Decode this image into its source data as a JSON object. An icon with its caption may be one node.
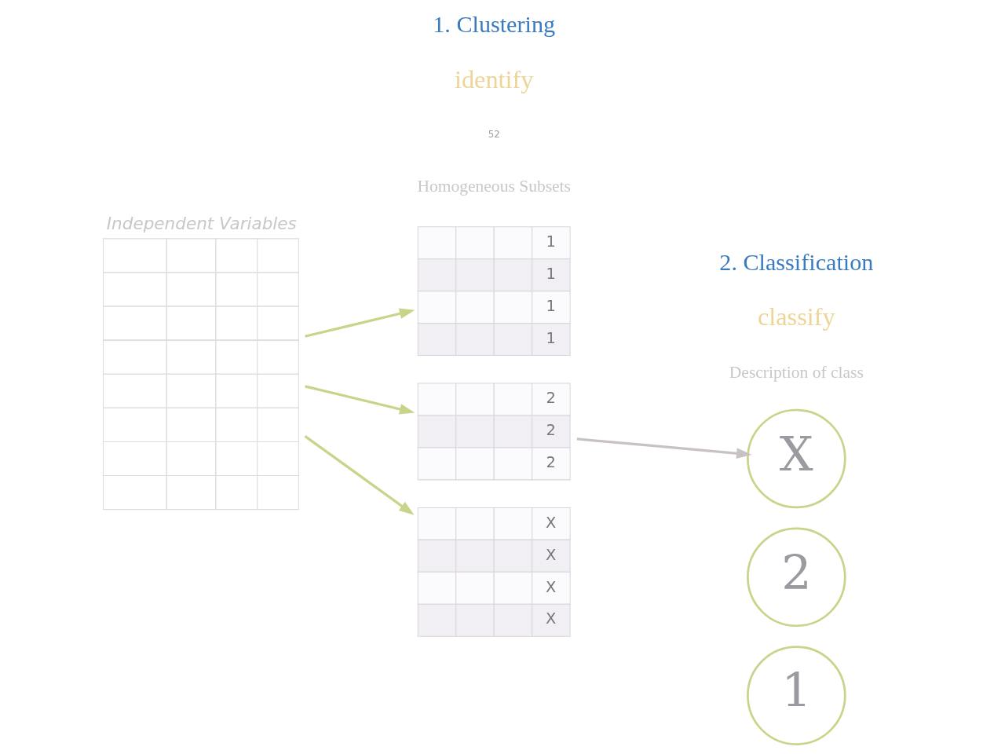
{
  "diagram": {
    "nodes": [
      {
        "text": [
          "Independent Variables"
        ]
      },
      {
        "text": [
          "1",
          "1",
          "1",
          "1"
        ]
      },
      {
        "text": [
          "2",
          "2",
          "2"
        ]
      },
      {
        "text": [
          "X",
          "X",
          "X",
          "X"
        ]
      },
      {
        "text": [
          "X"
        ]
      },
      {
        "text": [
          "2"
        ]
      },
      {
        "text": [
          "1"
        ]
      }
    ],
    "edges": [
      {
        "from": 0,
        "to": 1,
        "arrow": "to"
      },
      {
        "from": 0,
        "to": 2,
        "arrow": "to"
      },
      {
        "from": 0,
        "to": 3,
        "arrow": "to"
      },
      {
        "from": 2,
        "to": 4,
        "arrow": "to",
        "color": "#c9c2c2"
      }
    ],
    "labels": [
      "Homogeneous Subsets",
      "Description of class",
      "1. Clustering",
      "2. Classification",
      "identify",
      "classify",
      "52"
    ]
  }
}
